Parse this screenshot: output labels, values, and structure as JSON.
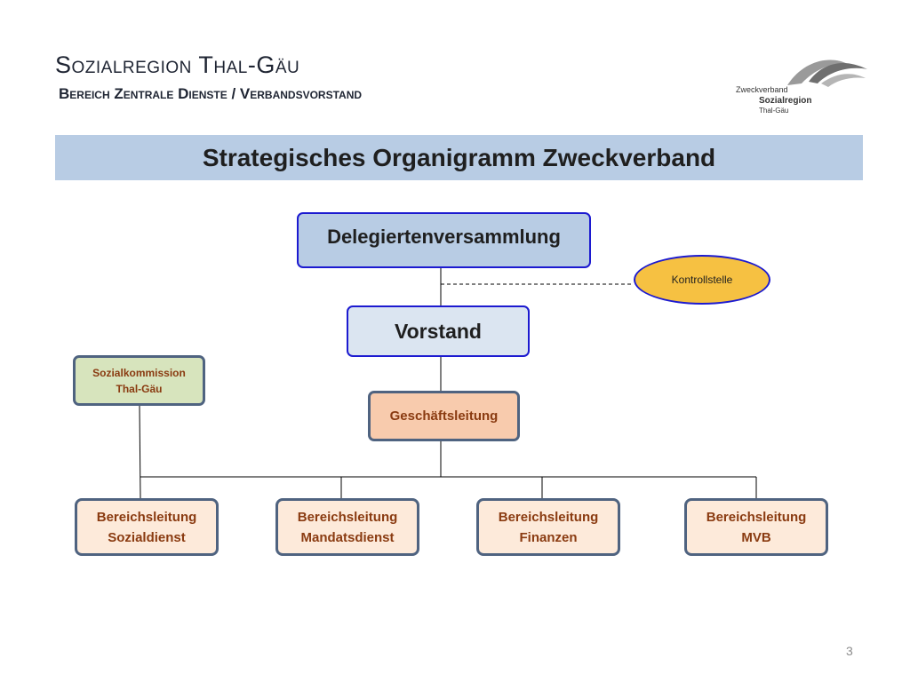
{
  "header": {
    "title": "Sozialregion Thal-Gäu",
    "subtitle": "Bereich Zentrale Dienste / Verbandsvorstand"
  },
  "logo": {
    "line1": "Zweckverband",
    "line2": "Sozialregion",
    "line3": "Thal-Gäu"
  },
  "banner": {
    "title": "Strategisches Organigramm Zweckverband"
  },
  "nodes": {
    "delegiertenversammlung": "Delegiertenversammlung",
    "kontrollstelle": "Kontrollstelle",
    "vorstand": "Vorstand",
    "sozialkommission_line1": "Sozialkommission",
    "sozialkommission_line2": "Thal-Gäu",
    "geschaeftsleitung": "Geschäftsleitung",
    "bereichsleitungen": [
      {
        "line1": "Bereichsleitung",
        "line2": "Sozialdienst"
      },
      {
        "line1": "Bereichsleitung",
        "line2": "Mandatsdienst"
      },
      {
        "line1": "Bereichsleitung",
        "line2": "Finanzen"
      },
      {
        "line1": "Bereichsleitung",
        "line2": "MVB"
      }
    ]
  },
  "page_number": "3",
  "colors": {
    "banner": "#b8cce4",
    "delegiertenversammlung": "#b8cce4",
    "vorstand": "#dbe5f1",
    "kontrollstelle": "#f6c142",
    "sozialkommission": "#d7e4bd",
    "geschaeftsleitung": "#f8cbad",
    "bereichsleitung": "#fdeada",
    "node_text": "#8a3b11"
  }
}
